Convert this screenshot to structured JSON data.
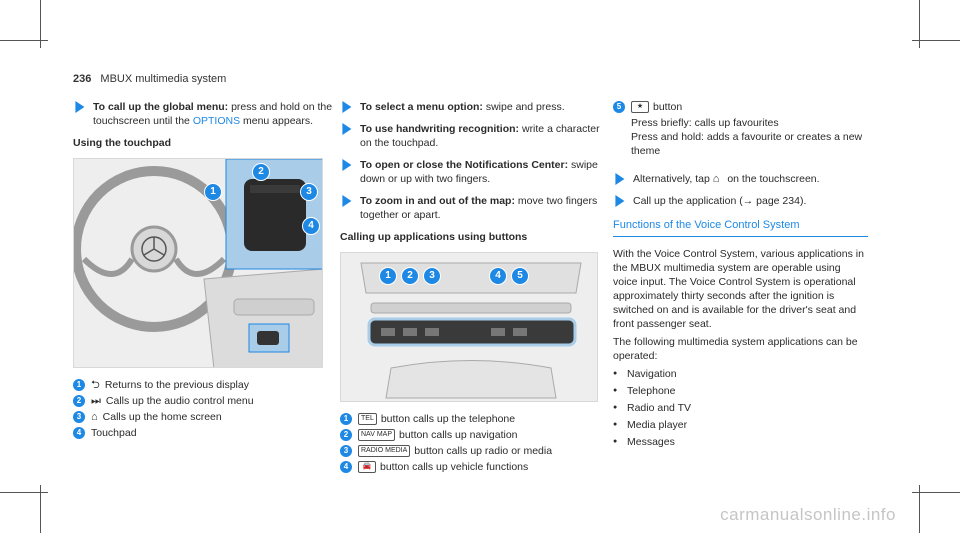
{
  "header": {
    "page_number": "236",
    "section": "MBUX multimedia system"
  },
  "col1": {
    "step1": {
      "bold": "To call up the global menu:",
      "pre": " press and hold on the touchscreen until the ",
      "link": "OPTIONS",
      "post": " menu appears."
    },
    "subhead": "Using the touchpad",
    "legend": [
      {
        "num": "1",
        "icon": "⮌",
        "text": "Returns to the previous display"
      },
      {
        "num": "2",
        "icon": "⏭",
        "text": "Calls up the audio control menu"
      },
      {
        "num": "3",
        "icon": "⌂",
        "text": "Calls up the home screen"
      },
      {
        "num": "4",
        "icon": "",
        "text": "Touchpad"
      }
    ]
  },
  "col2": {
    "steps": [
      {
        "bold": "To select a menu option:",
        "text": " swipe and press."
      },
      {
        "bold": "To use handwriting recognition:",
        "text": " write a character on the touchpad."
      },
      {
        "bold": "To open or close the Notifications Center:",
        "text": " swipe down or up with two fingers."
      },
      {
        "bold": "To zoom in and out of the map:",
        "text": " move two fingers together or apart."
      }
    ],
    "subhead": "Calling up applications using buttons",
    "legend": [
      {
        "num": "1",
        "key": "TEL",
        "text": "button calls up the telephone"
      },
      {
        "num": "2",
        "key": "NAV MAP",
        "text": "button calls up navigation"
      },
      {
        "num": "3",
        "key": "RADIO MEDIA",
        "text": "button calls up radio or media"
      },
      {
        "num": "4",
        "key": "🚘",
        "text": "button calls up vehicle functions"
      }
    ]
  },
  "col3": {
    "item5": {
      "num": "5",
      "icon": "★",
      "label": "button",
      "line1": "Press briefly: calls up favourites",
      "line2": "Press and hold: adds a favourite or creates a new theme"
    },
    "step_alt": {
      "pre": "Alternatively, tap ",
      "icon": "⌂",
      "post": " on the touchscreen."
    },
    "step_call": {
      "text": "Call up the application (→ page 234)."
    },
    "heading": "Functions of the Voice Control System",
    "para1": "With the Voice Control System, various applications in the MBUX multimedia system are operable using voice input. The Voice Control System is operational approximately thirty seconds after the ignition is switched on and is available for the driver's seat and front passenger seat.",
    "para2": "The following multimedia system applications can be operated:",
    "bullets": [
      "Navigation",
      "Telephone",
      "Radio and TV",
      "Media player",
      "Messages"
    ]
  },
  "watermark": "carmanualsonline.info",
  "colors": {
    "accent": "#1e88e5",
    "panel": "#a9cde8"
  }
}
